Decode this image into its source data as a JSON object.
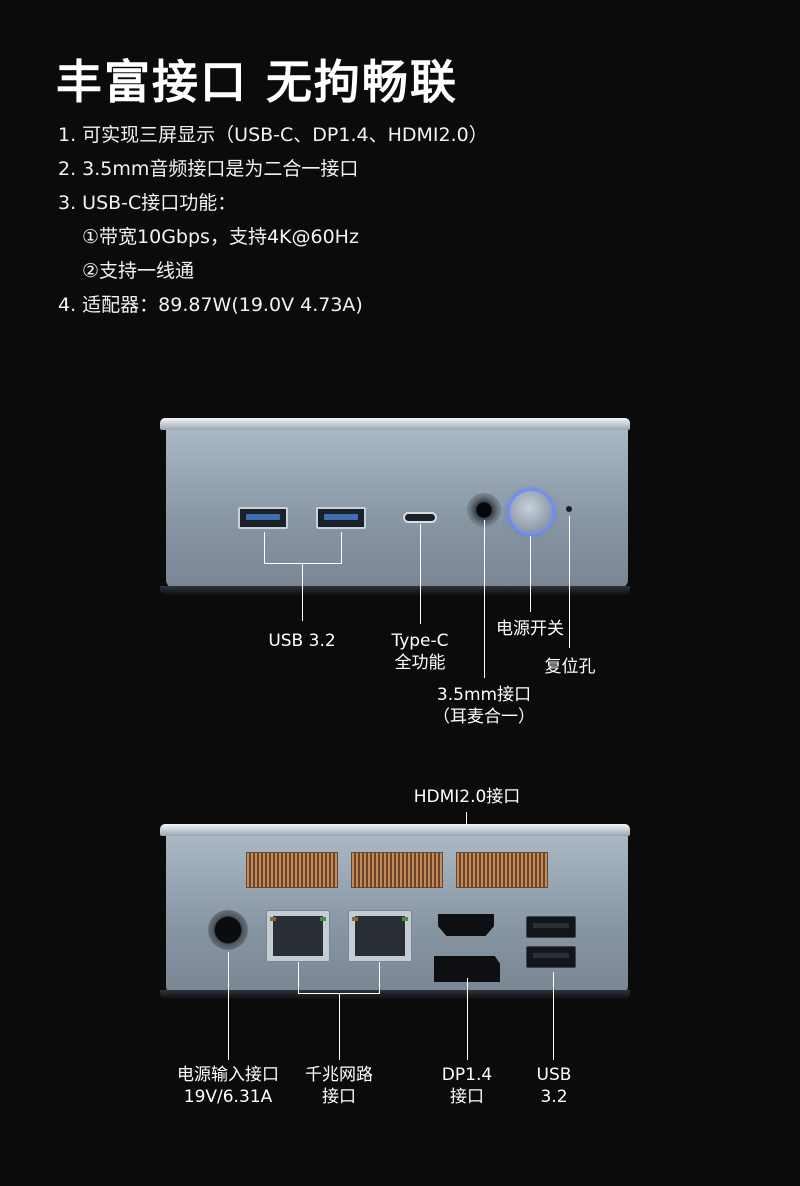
{
  "headline": "丰富接口 无拘畅联",
  "specs": {
    "line1": "1. 可实现三屏显示（USB-C、DP1.4、HDMI2.0）",
    "line2": "2. 3.5mm音频接口是为二合一接口",
    "line3": "3. USB-C接口功能：",
    "line3a": "①带宽10Gbps，支持4K@60Hz",
    "line3b": "②支持一线通",
    "line4": "4. 适配器：89.87W(19.0V  4.73A)"
  },
  "front_labels": {
    "usb": "USB 3.2",
    "typec_1": "Type-C",
    "typec_2": "全功能",
    "power": "电源开关",
    "reset": "复位孔",
    "audio_1": "3.5mm接口",
    "audio_2": "（耳麦合一）"
  },
  "rear_labels": {
    "hdmi": "HDMI2.0接口",
    "dc_1": "电源输入接口",
    "dc_2": "19V/6.31A",
    "lan_1": "千兆网路",
    "lan_2": "接口",
    "dp_1": "DP1.4",
    "dp_2": "接口",
    "usb_1": "USB",
    "usb_2": "3.2"
  },
  "colors": {
    "background": "#0b0b0b",
    "chassis": "#8d9aa8",
    "power_glow": "#6d8fff",
    "grille": "#c88a57"
  }
}
